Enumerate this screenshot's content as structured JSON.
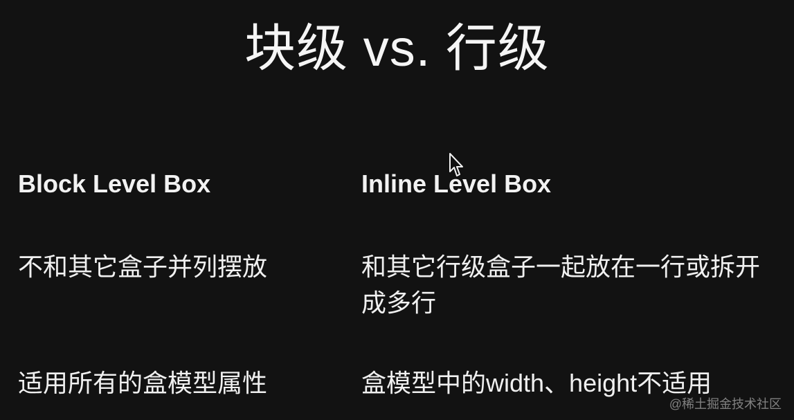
{
  "slide": {
    "title": "块级 vs. 行级",
    "block": {
      "heading": "Block Level Box",
      "point1": "不和其它盒子并列摆放",
      "point2": "适用所有的盒模型属性"
    },
    "inline": {
      "heading": "Inline Level Box",
      "point1": "和其它行级盒子一起放在一行或拆开成多行",
      "point2": "盒模型中的width、height不适用"
    }
  },
  "cursor": {
    "icon": "mouse-pointer-icon"
  },
  "watermark": {
    "text": "@稀土掘金技术社区"
  },
  "colors": {
    "background": "#121212",
    "text": "#f4f4f4",
    "watermark": "#dcdcdc"
  }
}
